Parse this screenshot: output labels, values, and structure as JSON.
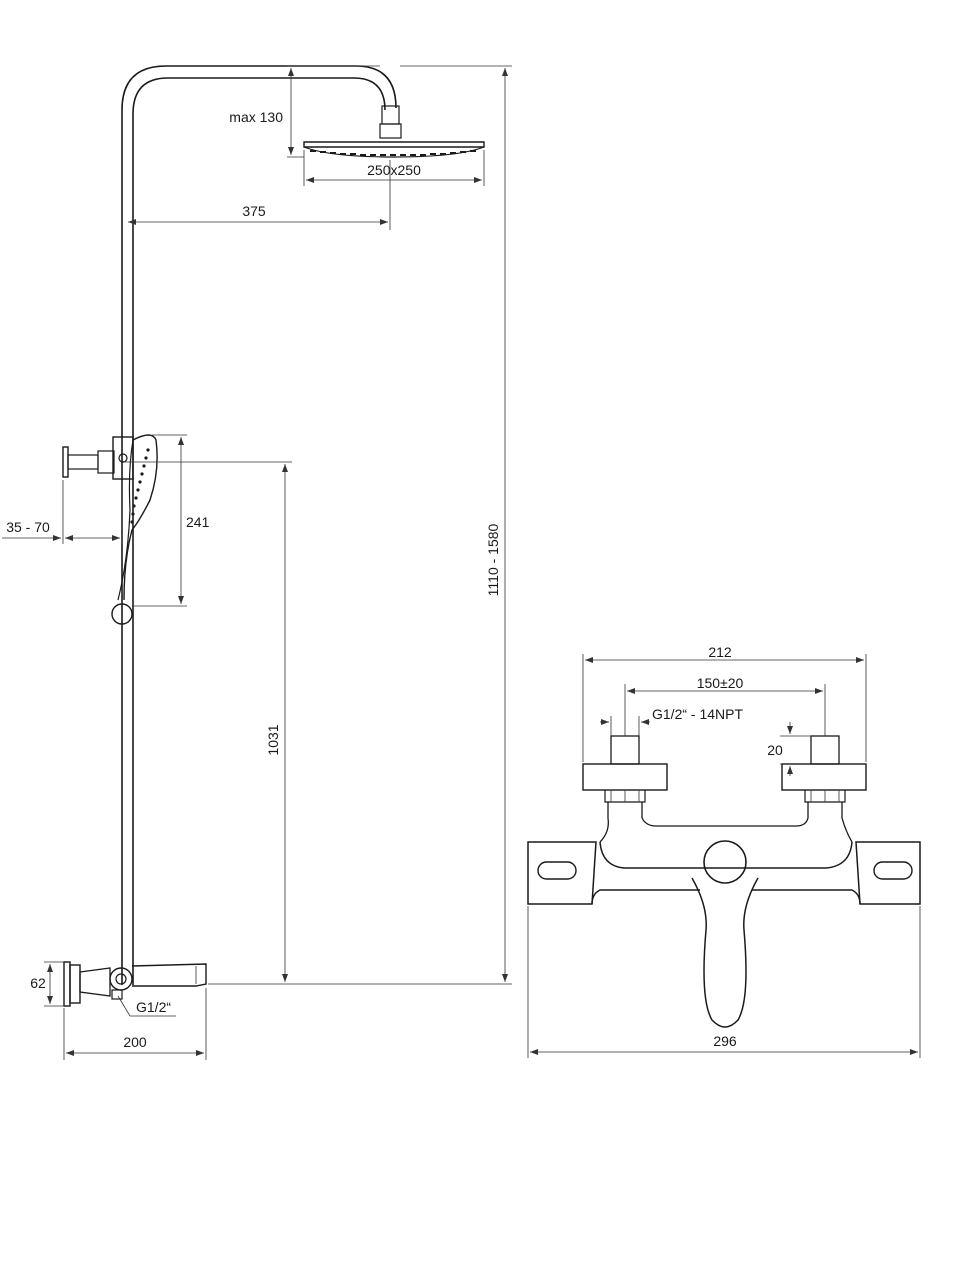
{
  "dimensions": {
    "head_height": "max 130",
    "head_size": "250x250",
    "arm_length": "375",
    "wall_distance": "35 - 70",
    "hand_shower_length": "241",
    "holder_height": "1031",
    "total_height": "1110 - 1580",
    "base_height": "62",
    "inlet_left": "G1/2“",
    "base_width": "200",
    "mixer_inlets_width": "212",
    "mixer_centers": "150±20",
    "mixer_thread": "G1/2“ - 14NPT",
    "mixer_thread_depth": "20",
    "mixer_width": "296"
  }
}
